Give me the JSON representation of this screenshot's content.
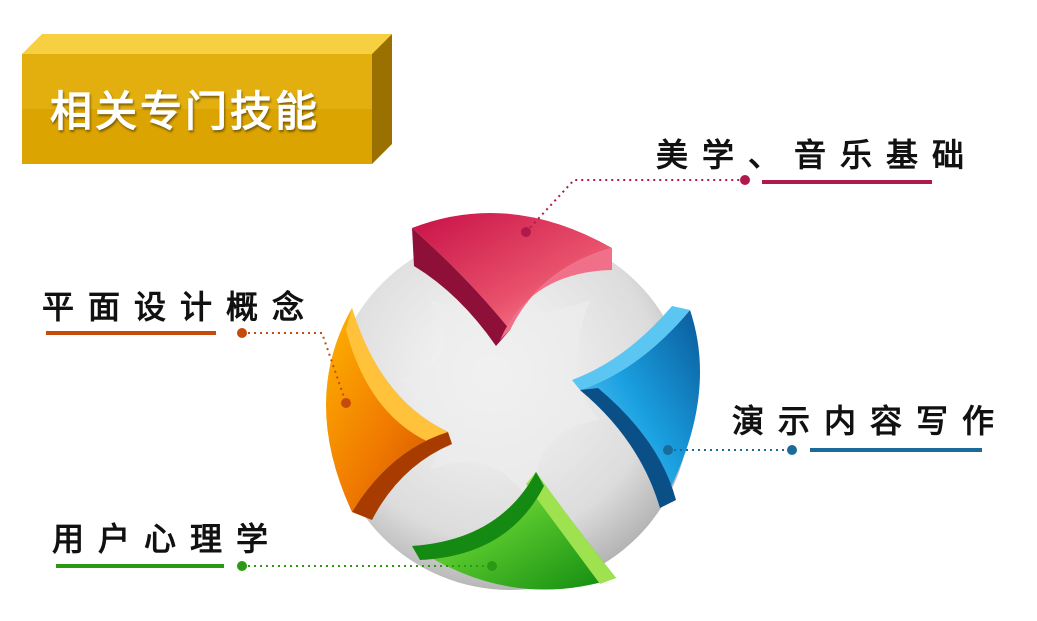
{
  "title": "相关专门技能",
  "items": [
    {
      "label": "美学、音乐基础",
      "color": "#b01a4a"
    },
    {
      "label": "平面设计概念",
      "color": "#c54a0c"
    },
    {
      "label": "演示内容写作",
      "color": "#1a6a9a"
    },
    {
      "label": "用户心理学",
      "color": "#2a9a14"
    }
  ]
}
